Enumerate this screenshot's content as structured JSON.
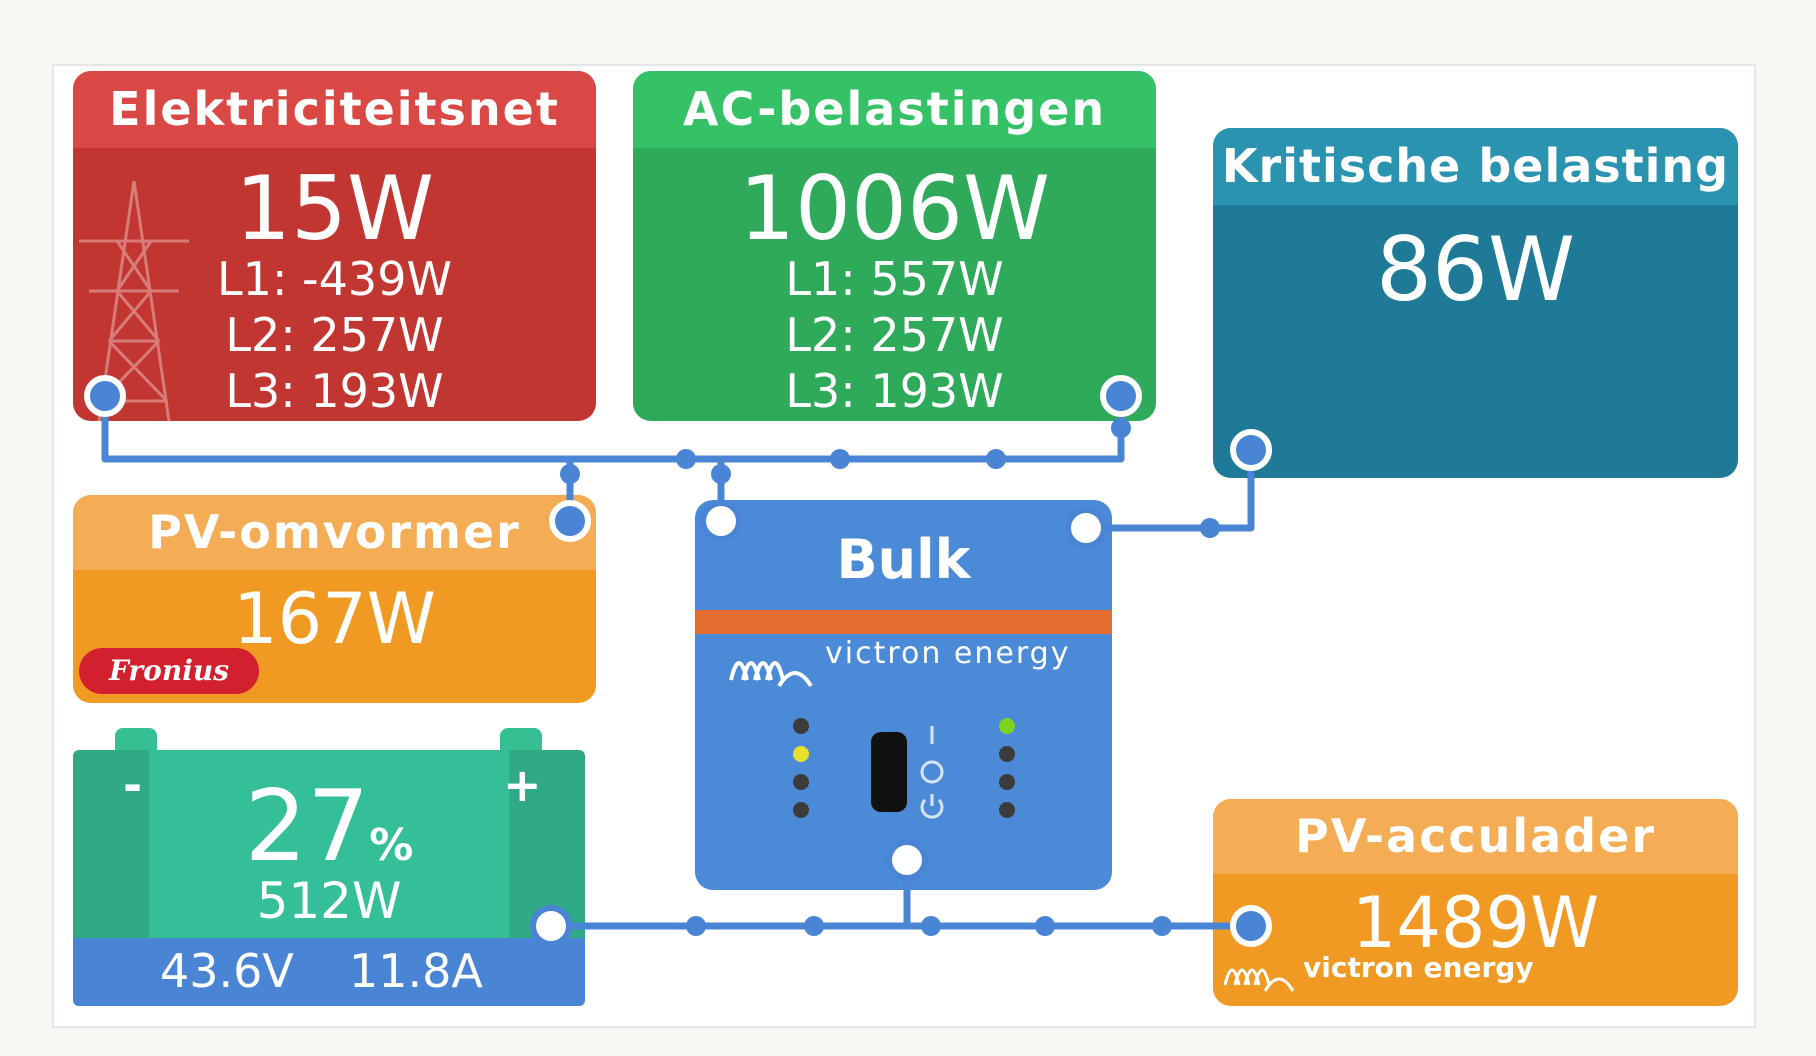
{
  "grid": {
    "title": "Elektriciteitsnet",
    "power": "15W",
    "l1": "L1: -439W",
    "l2": "L2: 257W",
    "l3": "L3: 193W"
  },
  "ac_loads": {
    "title": "AC-belastingen",
    "power": "1006W",
    "l1": "L1: 557W",
    "l2": "L2: 257W",
    "l3": "L3: 193W"
  },
  "critical": {
    "title": "Kritische belasting",
    "power": "86W"
  },
  "pv_inverter": {
    "title": "PV-omvormer",
    "power": "167W",
    "brand": "Fronius"
  },
  "battery": {
    "minus": "-",
    "plus": "+",
    "soc": "27",
    "soc_unit": "%",
    "power": "512W",
    "voltage": "43.6V",
    "current": "11.8A"
  },
  "inverter": {
    "state": "Bulk",
    "brand": "victron energy"
  },
  "pv_charger": {
    "title": "PV-acculader",
    "power": "1489W",
    "brand": "victron energy"
  },
  "colors": {
    "grid": "#c23631",
    "ac_loads": "#2eaa5a",
    "critical": "#1e7a96",
    "pv": "#f09a24",
    "battery": "#2fa986",
    "inverter": "#4b8ad6",
    "wire": "#4a84d4"
  },
  "icons": [
    "pylon-icon",
    "victron-logo-icon",
    "power-icon",
    "fronius-logo"
  ]
}
